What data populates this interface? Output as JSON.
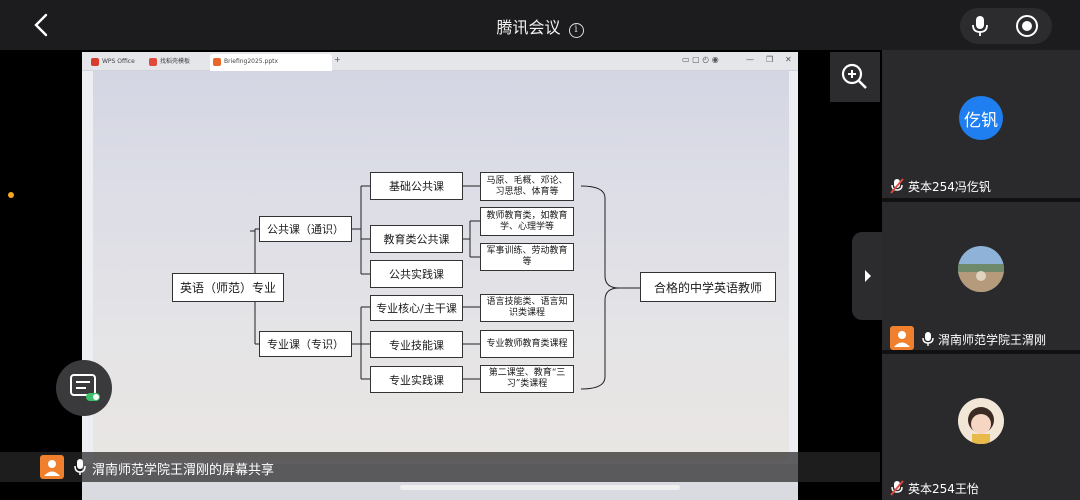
{
  "meeting": {
    "title": "腾讯会议",
    "info_icon": "i"
  },
  "wps": {
    "tabs": [
      {
        "label": "WPS Office",
        "icon_color": "#d83b2b"
      },
      {
        "label": "找稻壳模板",
        "icon_color": "#e24a3b"
      },
      {
        "label": "Briefing2025.pptx",
        "icon_color": "#e8672a"
      }
    ],
    "new_tab": "+"
  },
  "slide": {
    "root": "英语（师范）专业",
    "branches": [
      {
        "label": "公共课（通识）",
        "groups": [
          {
            "label": "基础公共课",
            "details": [
              "马原、毛概、邓论、习思想、体育等"
            ]
          },
          {
            "label": "教育类公共课",
            "details": [
              "教师教育类，如教育学、心理学等",
              "军事训练、劳动教育等"
            ]
          },
          {
            "label": "公共实践课",
            "details": []
          }
        ]
      },
      {
        "label": "专业课（专识）",
        "groups": [
          {
            "label": "专业核心/主干课",
            "details": [
              "语言技能类、语言知识类课程"
            ]
          },
          {
            "label": "专业技能课",
            "details": [
              "专业教师教育类课程"
            ]
          },
          {
            "label": "专业实践课",
            "details": [
              "第二课堂、教育“三习”类课程"
            ]
          }
        ]
      }
    ],
    "goal": "合格的中学英语教师"
  },
  "share": {
    "label": "渭南师范学院王渭刚的屏幕共享"
  },
  "participants": [
    {
      "name": "英本254冯仡钒",
      "avatar_text": "仡钒",
      "muted": true
    },
    {
      "name": "渭南师范学院王渭刚",
      "muted": false
    },
    {
      "name": "英本254王怡",
      "muted": true
    }
  ],
  "colors": {
    "accent": "#1f7ef0",
    "host_orange": "#f0802e",
    "mute_red": "#e5483f"
  }
}
